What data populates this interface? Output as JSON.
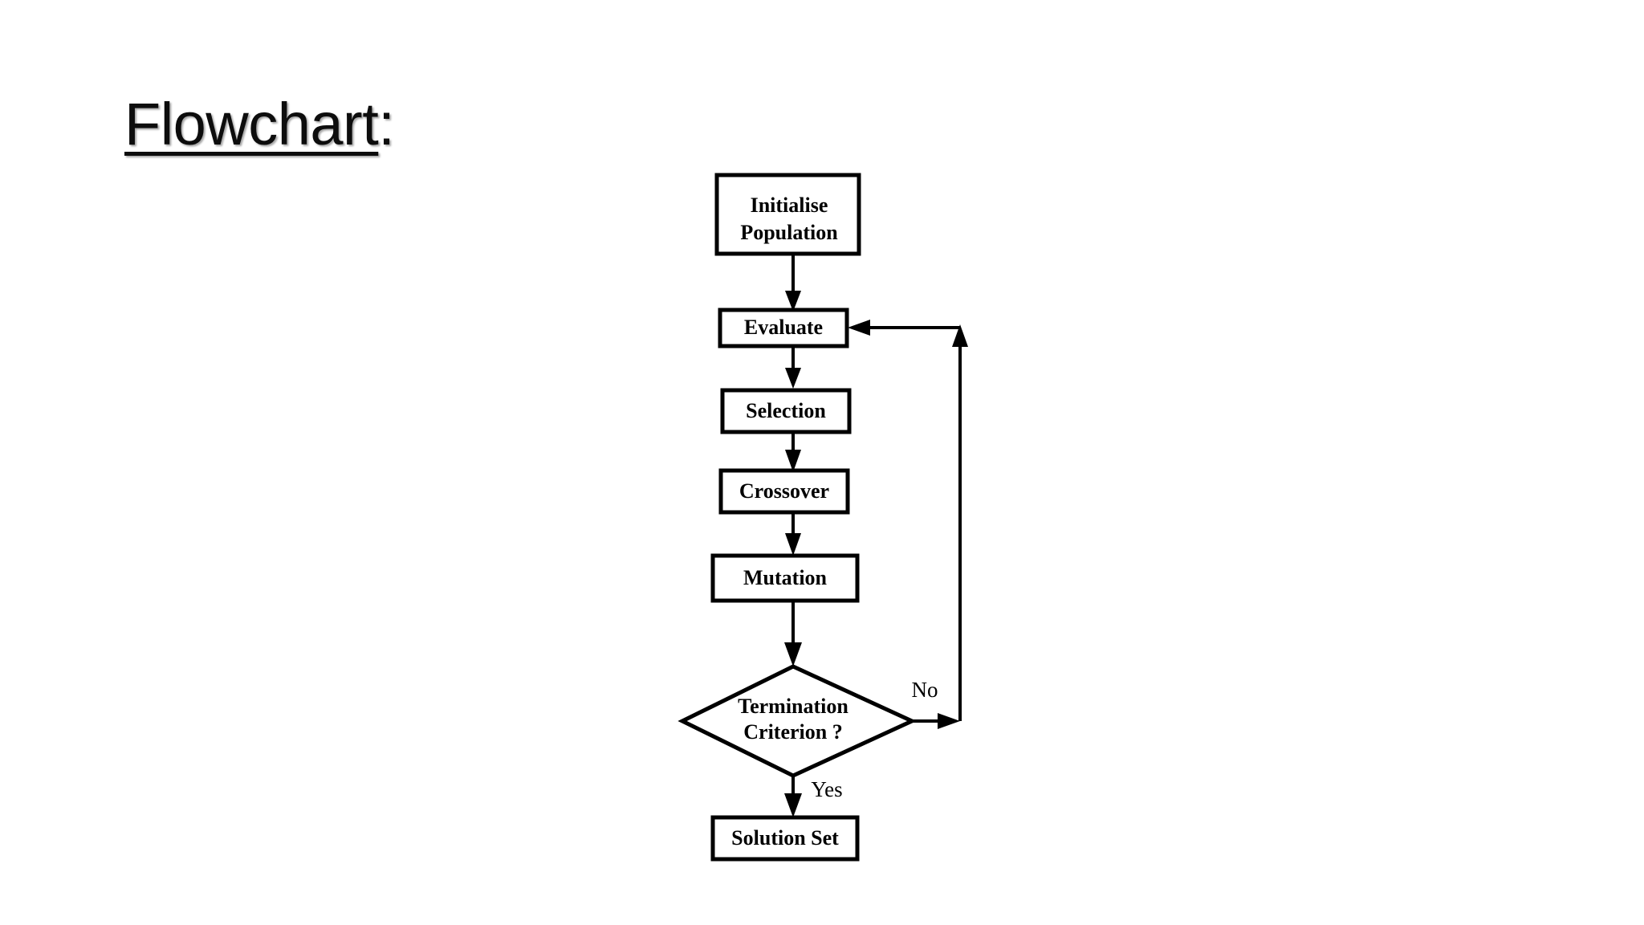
{
  "slide": {
    "title_main": "Flowchart",
    "title_suffix": ":",
    "background_color": "#ffffff",
    "ink_color": "#000000"
  },
  "diagram": {
    "type": "flowchart",
    "name": "genetic-algorithm-flowchart",
    "nodes": [
      {
        "id": "initialise",
        "shape": "rectangle",
        "line1": "Initialise",
        "line2": "Population"
      },
      {
        "id": "evaluate",
        "shape": "rectangle",
        "line1": "Evaluate",
        "line2": ""
      },
      {
        "id": "selection",
        "shape": "rectangle",
        "line1": "Selection",
        "line2": ""
      },
      {
        "id": "crossover",
        "shape": "rectangle",
        "line1": "Crossover",
        "line2": ""
      },
      {
        "id": "mutation",
        "shape": "rectangle",
        "line1": "Mutation",
        "line2": ""
      },
      {
        "id": "termination",
        "shape": "diamond",
        "line1": "Termination",
        "line2": "Criterion ?"
      },
      {
        "id": "solution",
        "shape": "rectangle",
        "line1": "Solution Set",
        "line2": ""
      }
    ],
    "edges": [
      {
        "from": "initialise",
        "to": "evaluate",
        "label": ""
      },
      {
        "from": "evaluate",
        "to": "selection",
        "label": ""
      },
      {
        "from": "selection",
        "to": "crossover",
        "label": ""
      },
      {
        "from": "crossover",
        "to": "mutation",
        "label": ""
      },
      {
        "from": "mutation",
        "to": "termination",
        "label": ""
      },
      {
        "from": "termination",
        "to": "evaluate",
        "label": "No"
      },
      {
        "from": "termination",
        "to": "solution",
        "label": "Yes"
      }
    ],
    "edge_labels": {
      "no": "No",
      "yes": "Yes"
    }
  }
}
